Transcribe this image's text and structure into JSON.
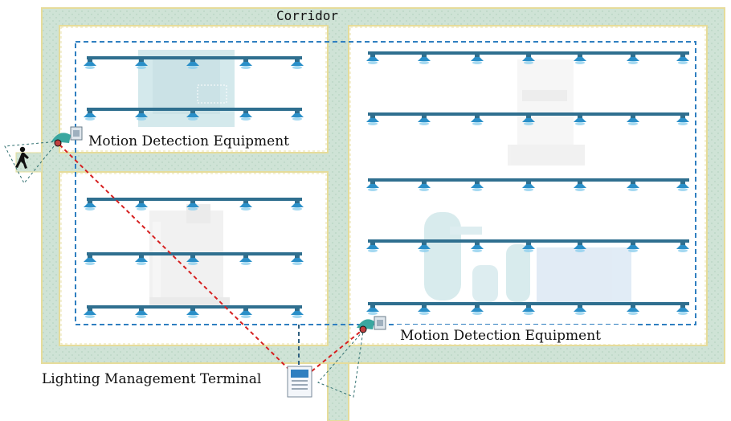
{
  "corridor_label": "Corridor",
  "motion_equipment_label_1": "Motion Detection Equipment",
  "motion_equipment_label_2": "Motion Detection Equipment",
  "terminal_label": "Lighting Management Terminal",
  "colors": {
    "corridor_fill": "#cfe3d6",
    "corridor_border": "#e6dc9a",
    "light_bar": "#2f6f8f",
    "light_head": "#2a8fc8",
    "zone_dash": "#2f7fc0",
    "wireless_link": "#d62020",
    "wired_link": "#2f5f7f",
    "sensor": "#3aa7a0",
    "machine_ghost": "#b9dbe0"
  },
  "icons": [
    "motion-sensor-icon",
    "walking-person-icon",
    "light-fixture-icon",
    "terminal-cabinet-icon",
    "machine-ghost-icon"
  ]
}
